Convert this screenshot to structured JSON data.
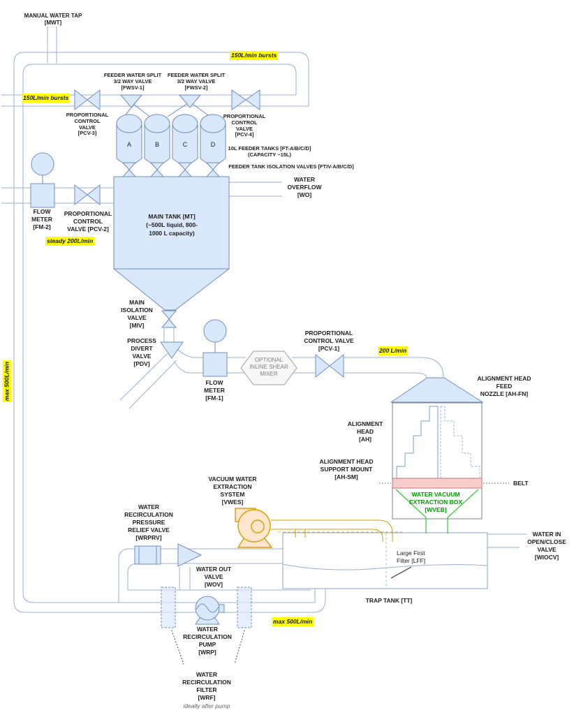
{
  "colors": {
    "pipe": "#97b0d2",
    "component_fill": "#dae8fc",
    "component_stroke": "#6c8ebf",
    "highlight": "#ffff00",
    "vacuum_pump_fill": "#ffe6cc",
    "vacuum_pump_stroke": "#d79b00",
    "extraction_line_green": "#33cc33",
    "green_text": "#009900",
    "belt_fill": "#f8cecc",
    "belt_stroke": "#c27373",
    "mixer_fill": "#f7f7f7",
    "mixer_stroke": "#9e9e9e",
    "box_stroke": "#7f7f7f"
  },
  "annotations": {
    "burst_top": "150L/min bursts",
    "burst_left": "150L/min bursts",
    "steady": "steady 200L/min",
    "pcv1_flow": "200 L/min",
    "max_left": "max 500L/min",
    "max_bottom": "max 500L/min",
    "belt": "BELT",
    "wrf_note": "ideally after pump"
  },
  "nodes": {
    "mwt": "MANUAL WATER TAP\n[MWT]",
    "fwsv1": "FEEDER WATER SPLIT\n3/2 WAY VALVE\n[FWSV-1]",
    "fwsv2": "FEEDER WATER SPLIT\n3/2 WAY VALVE\n[FWSV-2]",
    "pcv3": "PROPORTIONAL\nCONTROL\nVALVE\n[PCV-3]",
    "pcv4": "PROPORTIONAL\nCONTROL\nVALVE\n[PCV-4]",
    "feeder_tanks": "10L FEEDER TANKS [FT-A/B/C/D]\n(CAPACITY ~15L)",
    "ftiv": "FEEDER TANK ISOLATION VALVES [FTIV-A/B/C/D]",
    "tank_a": "A",
    "tank_b": "B",
    "tank_c": "C",
    "tank_d": "D",
    "wo": "WATER\nOVERFLOW\n[WO]",
    "fm2": "FLOW\nMETER\n[FM-2]",
    "pcv2": "PROPORTIONAL\nCONTROL\nVALVE [PCV-2]",
    "main_tank": "MAIN TANK [MT]\n(~500L liquid, 800-\n1000 L capacity)",
    "miv": "MAIN\nISOLATION\nVALVE\n[MIV]",
    "pdv": "PROCESS\nDIVERT\nVALVE\n[PDV]",
    "fm1": "FLOW\nMETER\n[FM-1]",
    "mixer": "OPTIONAL\nINLINE SHEAR\nMIXER",
    "pcv1": "PROPORTIONAL\nCONTROL VALVE\n[PCV-1]",
    "ahfn": "ALIGNMENT HEAD FEED\nNOZZLE [AH-FN]",
    "ah": "ALIGNMENT\nHEAD\n[AH]",
    "ahsm": "ALIGNMENT HEAD\nSUPPORT MOUNT\n[AH-SM]",
    "wveb": "WATER VACUUM\nEXTRACTION BOX\n[WVEB]",
    "vwes": "VACUUM WATER\nEXTRACTION\nSYSTEM\n[VWES]",
    "wrprv": "WATER\nRECIRCULATION\nPRESSURE\nRELIEF VALVE\n[WRPRV]",
    "wov": "WATER OUT\nVALVE\n[WOV]",
    "wiocv": "WATER IN\nOPEN/CLOSE\nVALVE [WIOCV]",
    "lff": "Large First\nFilter [LFF]",
    "trap_tank": "TRAP TANK [TT]",
    "wrp": "WATER\nRECIRCULATION\nPUMP\n[WRP]",
    "wrf": "WATER\nRECIRCULATION\nFILTER\n[WRF]"
  }
}
